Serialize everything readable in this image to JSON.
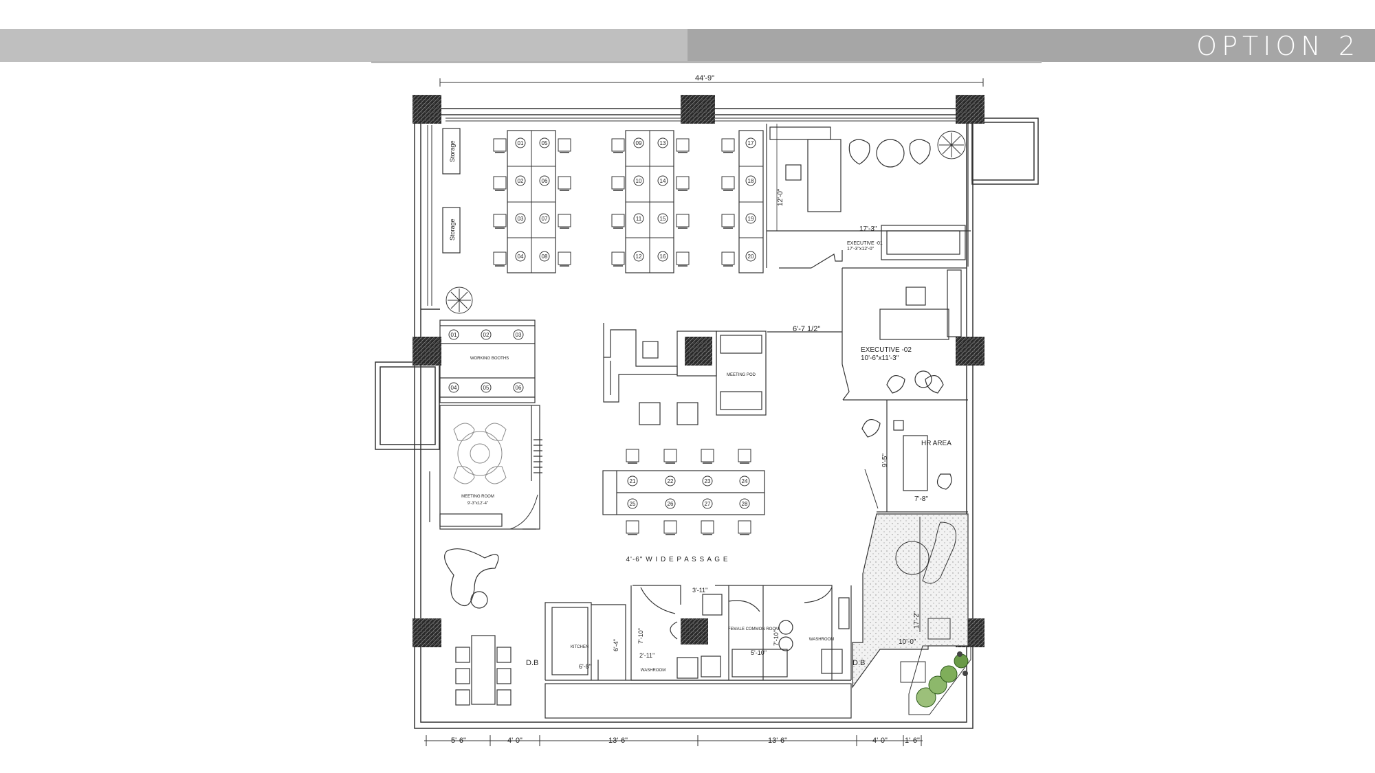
{
  "header": {
    "title": "OPTION 2"
  },
  "plan": {
    "overall_dimension": "44'-9\"",
    "bottom_dimensions": [
      "5'-6\"",
      "4'-0\"",
      "13'-6\"",
      "13'-6\"",
      "4'-0\"",
      "1'-6\""
    ],
    "storage_labels": [
      "Storage",
      "Storage"
    ],
    "workstation_numbers": [
      "01",
      "02",
      "03",
      "04",
      "05",
      "06",
      "07",
      "08",
      "09",
      "10",
      "11",
      "12",
      "13",
      "14",
      "15",
      "16",
      "17",
      "18",
      "19",
      "20"
    ],
    "booth_numbers": [
      "01",
      "02",
      "03",
      "04",
      "05",
      "06"
    ],
    "center_desk_numbers": [
      "21",
      "22",
      "23",
      "24",
      "25",
      "26",
      "27",
      "28"
    ],
    "rooms": {
      "working_booths": "WORKING BOOTHS",
      "meeting_pod": "MEETING POD",
      "meeting_room": "MEETING ROOM",
      "meeting_room_size": "9'-3\"x12'-4\"",
      "executive_01": "EXECUTIVE -01",
      "executive_01_size": "17'-3\"x12'-0\"",
      "executive_02": "EXECUTIVE -02",
      "executive_02_size": "10'-6\"x11'-3\"",
      "hr_area": "HR AREA",
      "kitchen": "KITCHEN",
      "washroom_1": "WASHROOM",
      "washroom_2": "WASHROOM",
      "female_common_room": "FEMALE COMMON ROOM",
      "passage": "4'-6\"  W I D E   P A S S A G E",
      "db_left": "D.B",
      "db_right": "D.B"
    },
    "dims": {
      "exec01_height": "12'-0\"",
      "exec01_width": "17'-3\"",
      "exec02_gap": "6'-7 1/2\"",
      "hr_height": "9'-5\"",
      "hr_width": "7'-8\"",
      "reception_height": "17'-2\"",
      "reception_width": "10'-0\"",
      "kitchen_w": "6'-8\"",
      "kitchen_h": "6'-4\"",
      "washroom_h": "7'-10\"",
      "washroom_w": "2'-11\"",
      "washroom_top": "3'-11\"",
      "female_h": "7'-10\"",
      "female_w": "5'-10\""
    }
  }
}
